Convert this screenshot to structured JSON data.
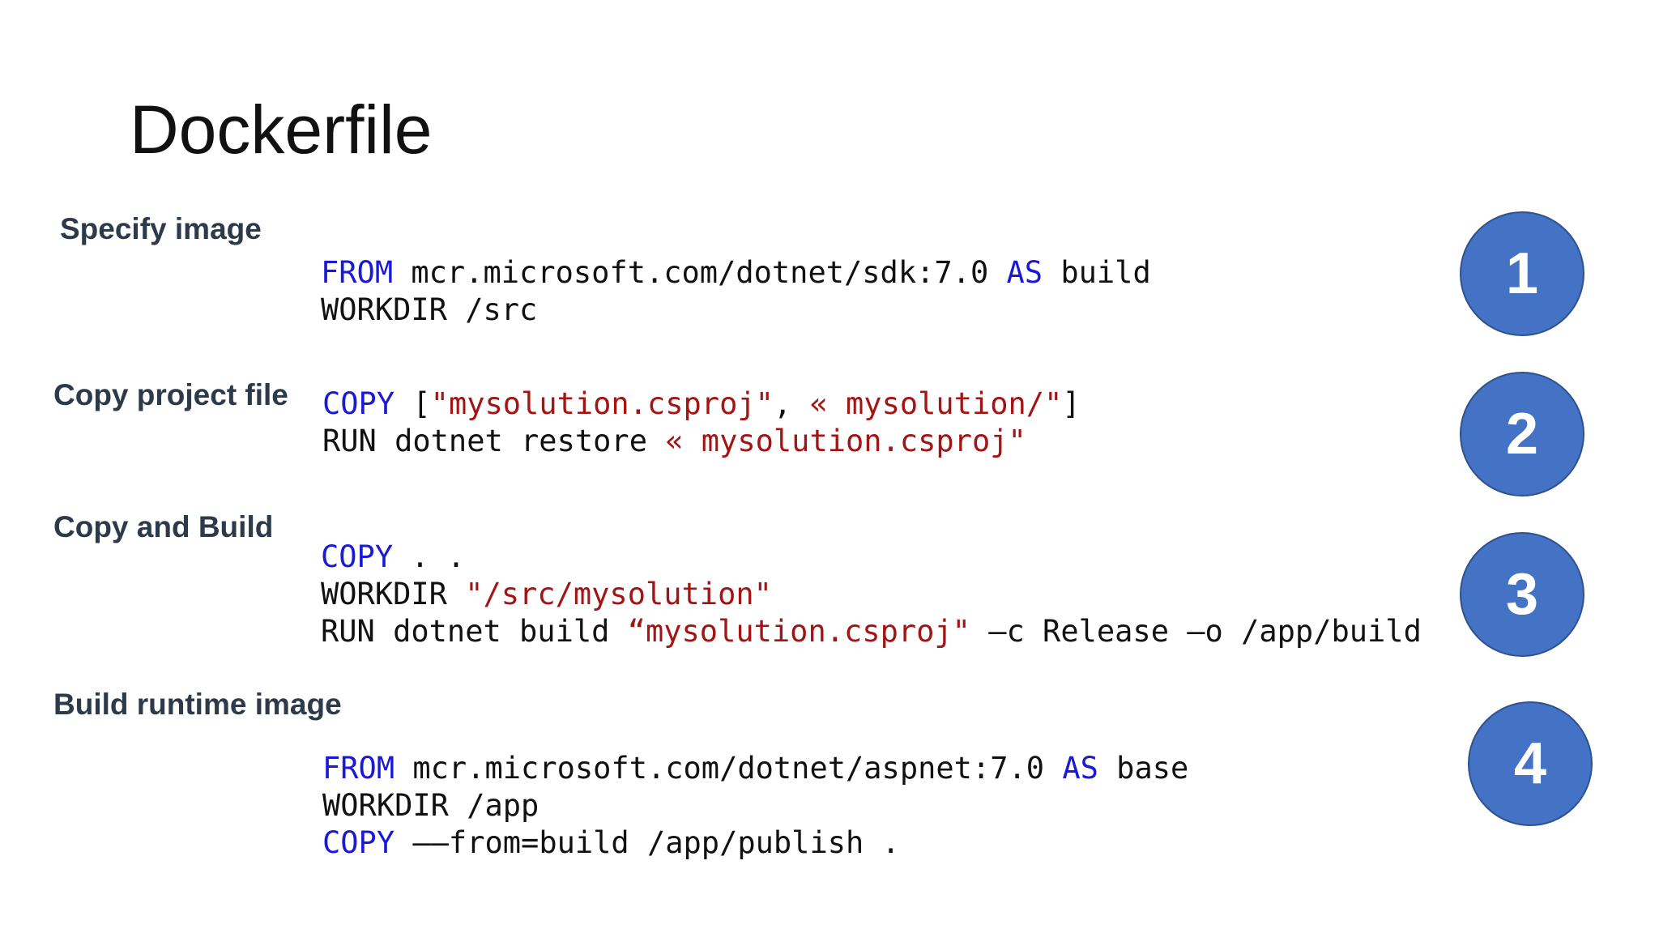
{
  "slide": {
    "title": "Dockerfile"
  },
  "sections": [
    {
      "label": "Specify image",
      "badge": "1",
      "lines": [
        [
          {
            "t": "FROM",
            "c": "kw"
          },
          {
            "t": " mcr.microsoft.com/dotnet/sdk:7.0 ",
            "c": ""
          },
          {
            "t": "AS",
            "c": "kw"
          },
          {
            "t": " build",
            "c": ""
          }
        ],
        [
          {
            "t": "WORKDIR /src",
            "c": ""
          }
        ]
      ]
    },
    {
      "label": "Copy project file",
      "badge": "2",
      "lines": [
        [
          {
            "t": "COPY",
            "c": "kw"
          },
          {
            "t": " [",
            "c": ""
          },
          {
            "t": "\"mysolution.csproj\"",
            "c": "str"
          },
          {
            "t": ", ",
            "c": ""
          },
          {
            "t": "« mysolution/\"",
            "c": "str"
          },
          {
            "t": "]",
            "c": ""
          }
        ],
        [
          {
            "t": "RUN dotnet restore ",
            "c": ""
          },
          {
            "t": "« mysolution.csproj\"",
            "c": "str"
          }
        ]
      ]
    },
    {
      "label": "Copy and Build",
      "badge": "3",
      "lines": [
        [
          {
            "t": "COPY",
            "c": "kw"
          },
          {
            "t": " . .",
            "c": ""
          }
        ],
        [
          {
            "t": "WORKDIR ",
            "c": ""
          },
          {
            "t": "\"/src/mysolution\"",
            "c": "str"
          }
        ],
        [
          {
            "t": "RUN dotnet build ",
            "c": ""
          },
          {
            "t": "“mysolution.csproj\"",
            "c": "str"
          },
          {
            "t": " –c Release –o /app/build",
            "c": ""
          }
        ]
      ]
    },
    {
      "label": "Build runtime image",
      "badge": "4",
      "lines": [
        [
          {
            "t": "FROM",
            "c": "kw"
          },
          {
            "t": " mcr.microsoft.com/dotnet/aspnet:7.0 ",
            "c": ""
          },
          {
            "t": "AS",
            "c": "kw"
          },
          {
            "t": " base",
            "c": ""
          }
        ],
        [
          {
            "t": "WORKDIR /app",
            "c": ""
          }
        ],
        [
          {
            "t": "COPY",
            "c": "kw"
          },
          {
            "t": " ––from=build /app/publish .",
            "c": ""
          }
        ]
      ]
    }
  ],
  "colors": {
    "keyword": "#1a1ad6",
    "string": "#a31515",
    "label": "#2c3a4a",
    "badge": "#4472c4"
  }
}
